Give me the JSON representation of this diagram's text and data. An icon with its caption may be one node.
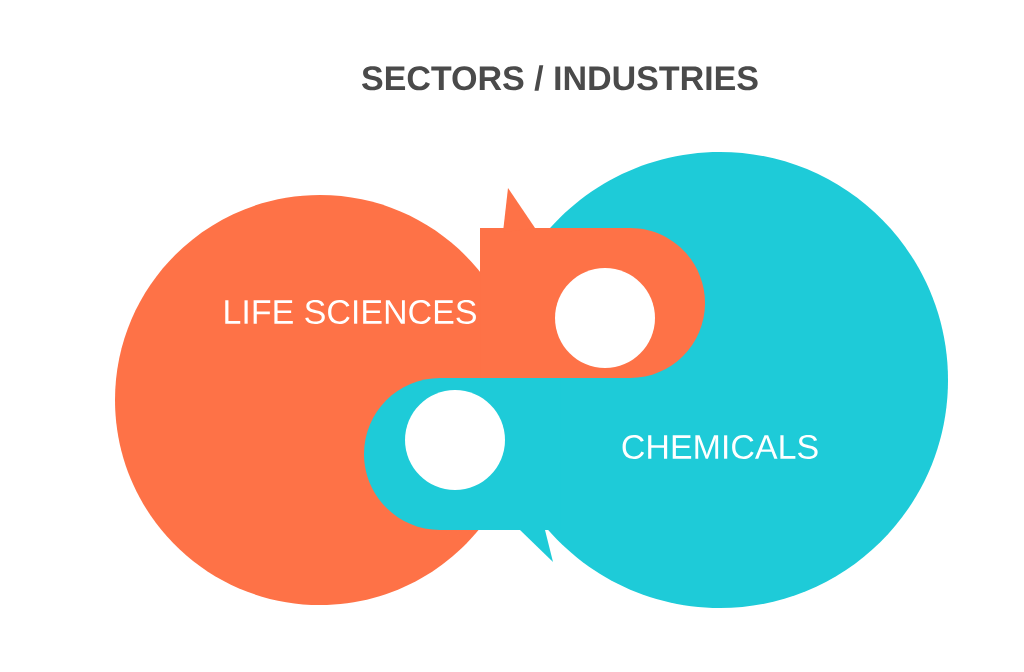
{
  "diagram": {
    "title": "SECTORS / INDUSTRIES",
    "nodes": [
      {
        "text": [
          "LIFE SCIENCES"
        ]
      },
      {
        "text": [
          "CHEMICALS"
        ]
      }
    ]
  }
}
